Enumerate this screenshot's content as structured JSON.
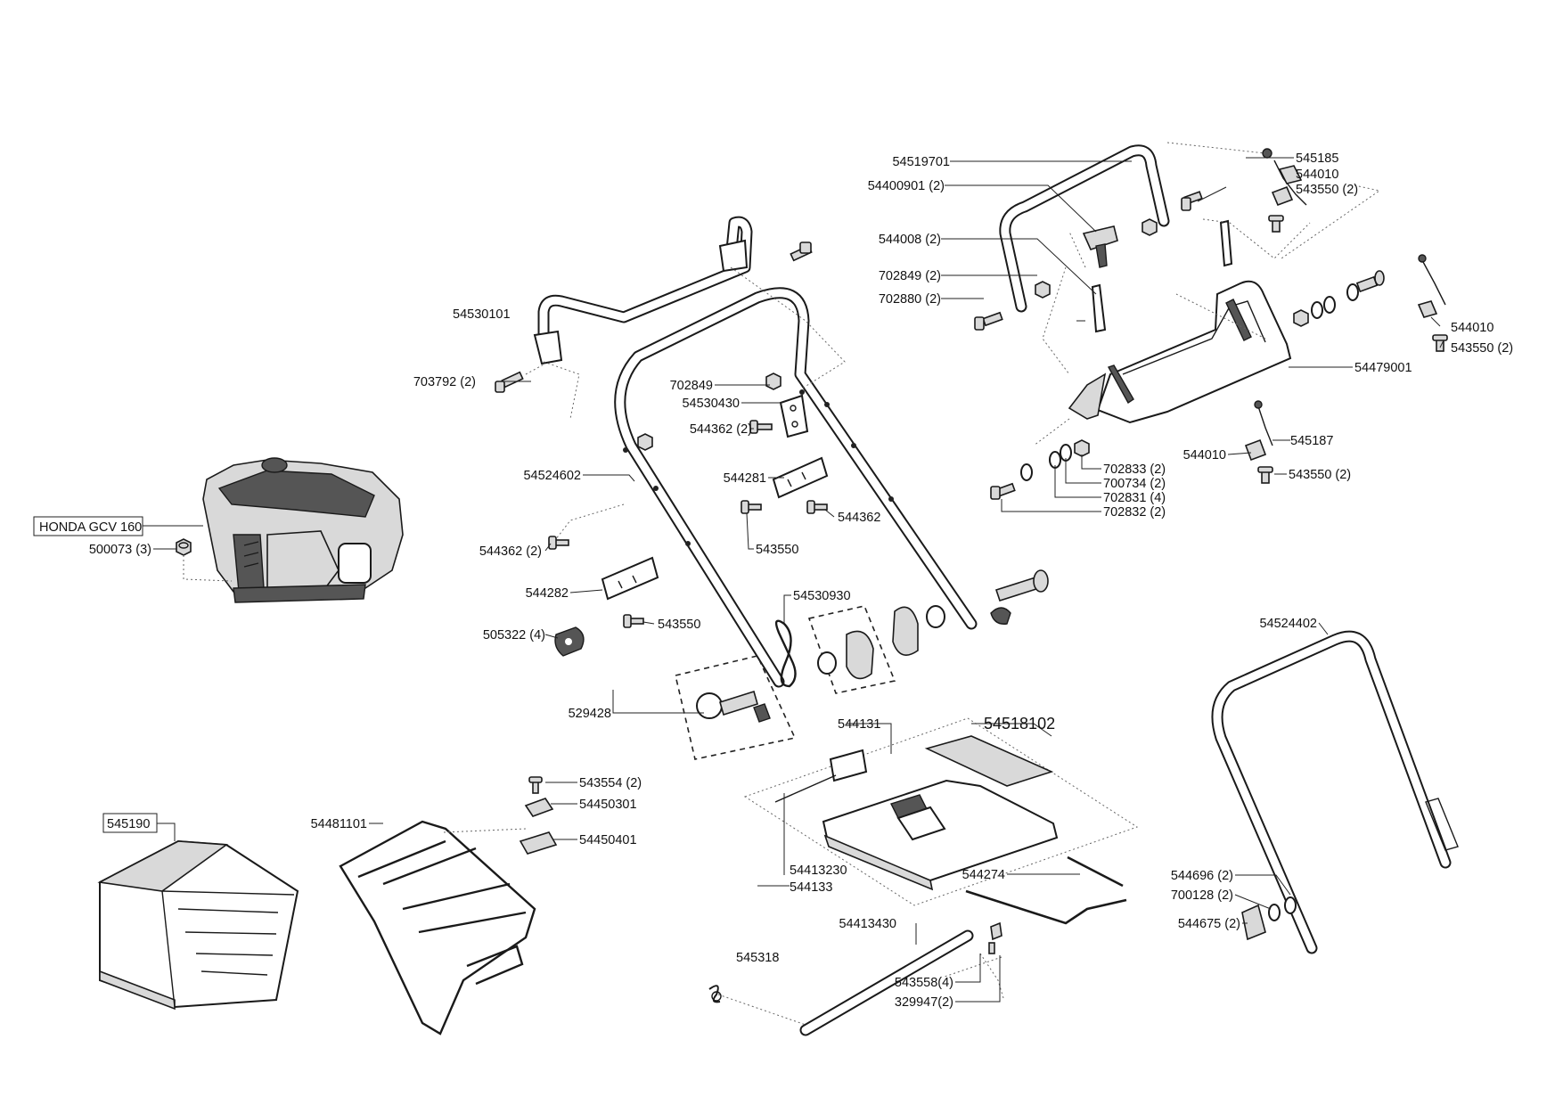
{
  "labels": {
    "p545185": "545185",
    "p544010_a": "544010",
    "p543550_a": "543550 (2)",
    "p54519701": "54519701",
    "p54400901": "54400901 (2)",
    "p544008": "544008 (2)",
    "p702849_a": "702849 (2)",
    "p702880": "702880 (2)",
    "p544010_b": "544010",
    "p543550_b": "543550 (2)",
    "p54479001": "54479001",
    "p545187": "545187",
    "p544010_c": "544010",
    "p543550_c": "543550 (2)",
    "p702833": "702833 (2)",
    "p700734": "700734 (2)",
    "p702831": "702831 (4)",
    "p702832": "702832 (2)",
    "p54530101": "54530101",
    "p703792": "703792 (2)",
    "p702849_b": "702849",
    "p54530430": "54530430",
    "p544362_a": "544362 (2)",
    "p54524602": "54524602",
    "p544281": "544281",
    "p544362_b": "544362",
    "p543550_d": "543550",
    "p544362_c": "544362 (2)",
    "p544282": "544282",
    "p543550_e": "543550",
    "p54530930": "54530930",
    "p505322": "505322 (4)",
    "p529428": "529428",
    "p honda": "HONDA GCV 160",
    "p500073": "500073 (3)",
    "p54524402": "54524402",
    "p544131": "544131",
    "p54518102": "54518102",
    "p54413230": "54413230",
    "p544133": "544133",
    "p544274": "544274",
    "p54413430": "54413430",
    "p545318": "545318",
    "p543558": "543558(4)",
    "p329947": "329947(2)",
    "p543554": "543554 (2)",
    "p54450301": "54450301",
    "p54450401": "54450401",
    "p545190": "545190",
    "p54481101": "54481101",
    "p544696": "544696 (2)",
    "p700128": "700128 (2)",
    "p544675": "544675 (2)"
  }
}
